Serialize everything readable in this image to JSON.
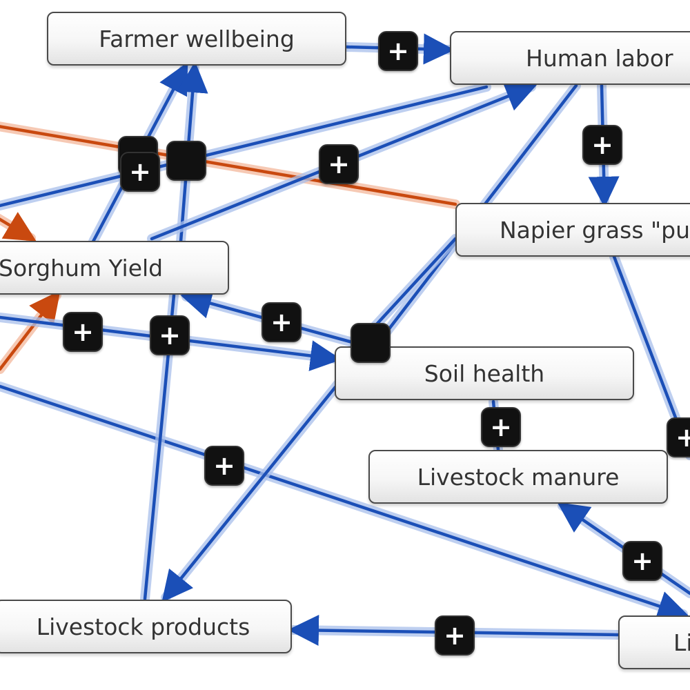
{
  "colors": {
    "positive": "#1b4fb7",
    "positive_halo": "#a9c0ec",
    "negative": "#c9490f",
    "negative_halo": "#f3b79b"
  },
  "nodes": {
    "farmer_wellbeing": "Farmer wellbeing",
    "human_labor": "Human labor",
    "napier_grass": "Napier grass \"pu",
    "sorghum_yield": "Sorghum Yield",
    "soil_health": "Soil health",
    "livestock_manure": "Livestock manure",
    "livestock_products": "Livestock products",
    "livestock_clipped": "Li"
  },
  "polarity": {
    "plus": "+"
  }
}
